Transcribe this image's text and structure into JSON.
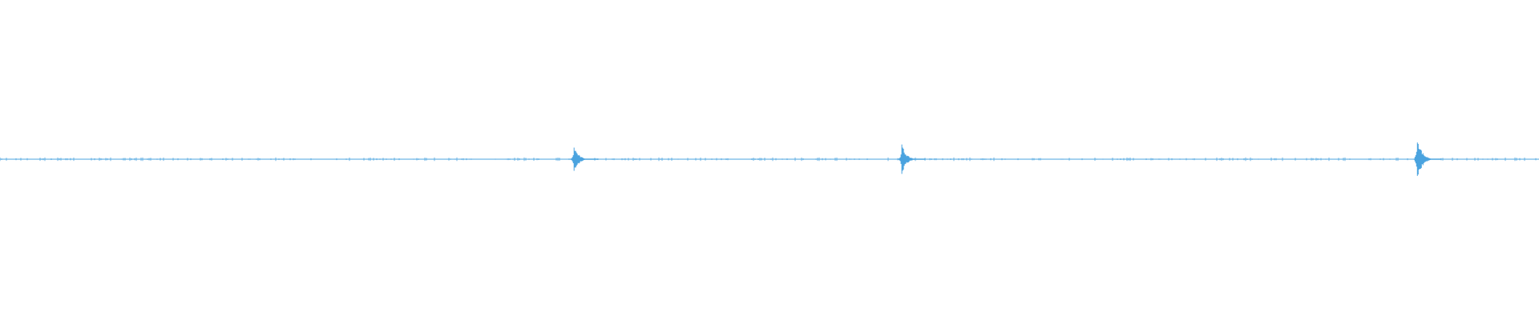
{
  "waveform": {
    "color": "#4aa3df",
    "amplitude_note_free": true,
    "baseline_level": 0.0,
    "peaks": [
      {
        "position": 0.373,
        "level": 0.09
      },
      {
        "position": 0.586,
        "level": 0.1
      },
      {
        "position": 0.921,
        "level": 0.16
      }
    ]
  }
}
